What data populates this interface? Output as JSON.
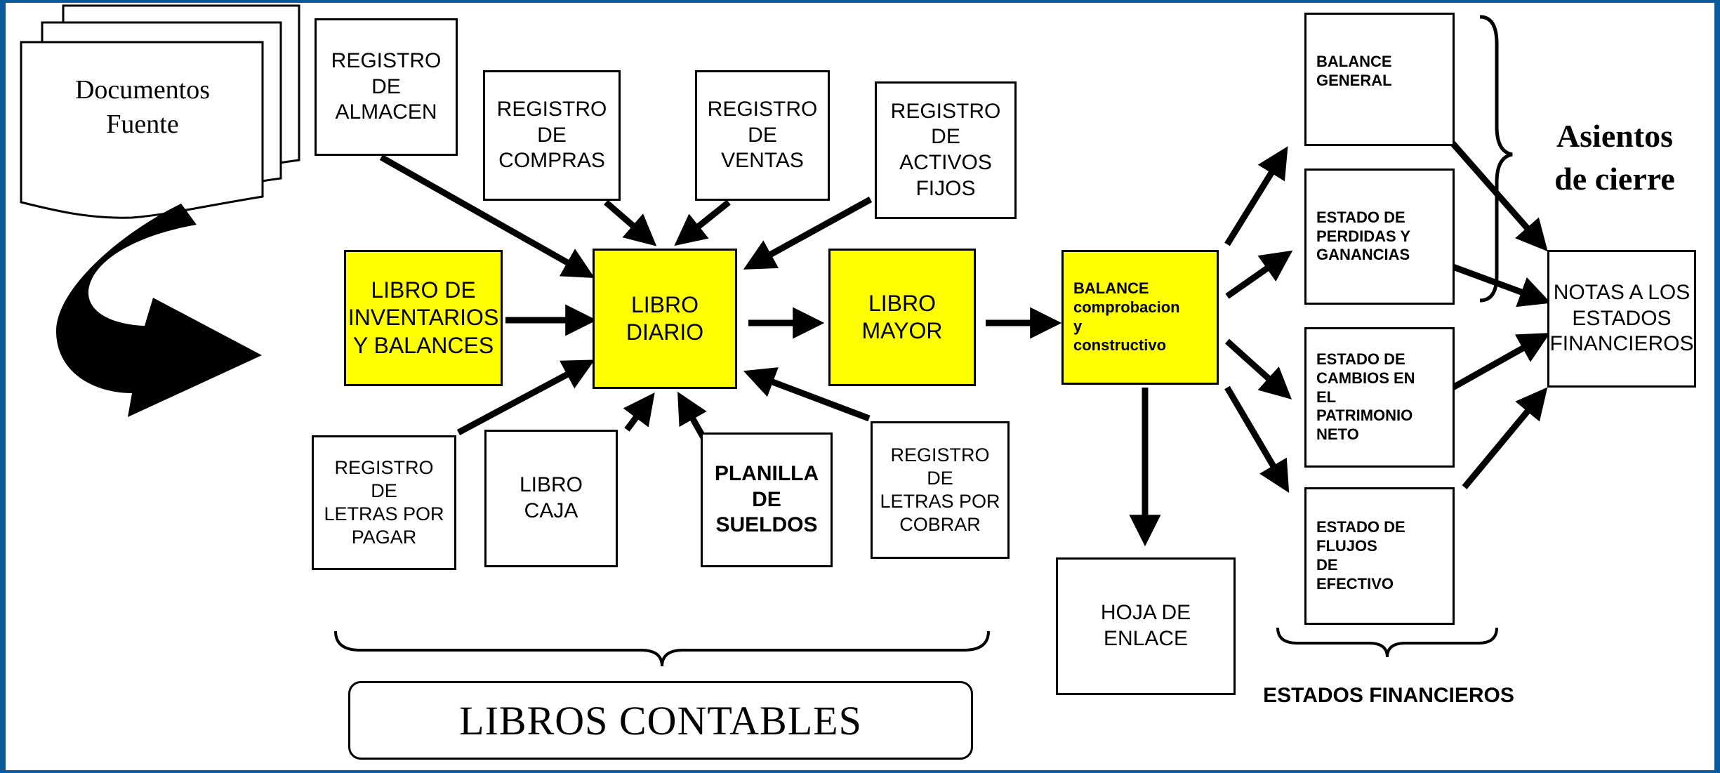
{
  "source_documents": "Documentos\nFuente",
  "boxes": {
    "registro_almacen": "REGISTRO\nDE\nALMACEN",
    "registro_compras": "REGISTRO\nDE\nCOMPRAS",
    "registro_ventas": "REGISTRO\nDE\nVENTAS",
    "registro_activos_fijos": "REGISTRO\nDE\nACTIVOS FIJOS",
    "libro_inventarios": "LIBRO DE\nINVENTARIOS\nY BALANCES",
    "libro_diario": "LIBRO\nDIARIO",
    "libro_mayor": "LIBRO\nMAYOR",
    "balance_comprobacion": "BALANCE\ncomprobacion\ny\nconstructivo",
    "registro_letras_pagar": "REGISTRO\nDE\nLETRAS POR\nPAGAR",
    "libro_caja": "LIBRO\nCAJA",
    "planilla_sueldos": "PLANILLA\nDE\nSUELDOS",
    "registro_letras_cobrar": "REGISTRO\nDE\nLETRAS POR\nCOBRAR",
    "hoja_enlace": "HOJA DE\nENLACE",
    "balance_general": "BALANCE\nGENERAL",
    "estado_perdidas": "ESTADO DE\nPERDIDAS Y\nGANANCIAS",
    "estado_cambios": "ESTADO DE\nCAMBIOS EN\nEL\nPATRIMONIO\nNETO",
    "estado_flujos": "ESTADO DE\nFLUJOS\nDE\nEFECTIVO",
    "notas": "NOTAS A LOS\nESTADOS\nFINANCIEROS"
  },
  "labels": {
    "libros_contables": "LIBROS CONTABLES",
    "estados_financieros": "ESTADOS FINANCIEROS",
    "asientos_cierre": "Asientos\nde cierre"
  },
  "colors": {
    "frame": "#0a5a9c",
    "highlight": "#ffff00"
  }
}
